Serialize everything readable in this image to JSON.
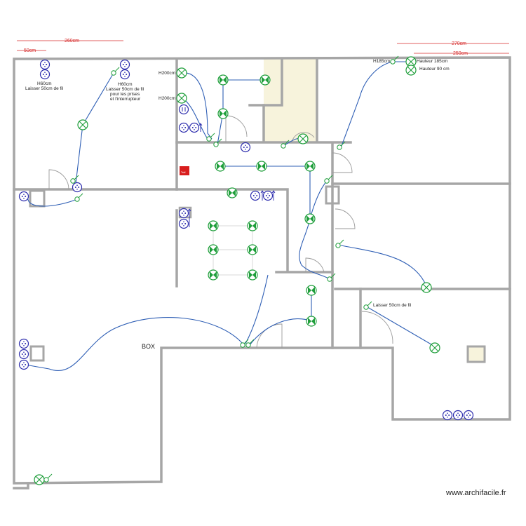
{
  "labels": {
    "room1_h": "H60cm",
    "room1_note": "Laisser 50cm de fil",
    "room1b_h": "H60cm",
    "room1b_note1": "Laisser 50cm de fil",
    "room1b_note2": "pour les prises",
    "room1b_note3": "et l'interrupteur",
    "h200_a": "H200cm",
    "h200_b": "H200cm",
    "h185": "H185cm",
    "hauteur_185": "Hauteur 185cm",
    "hauteur_90": "Hauteur 90 cm",
    "room_sw_note": "Laisser 50cm de fil",
    "box": "BOX",
    "panel": "Tabl",
    "watermark": "www.archifacile.fr"
  },
  "dimensions": {
    "d260": "260cm",
    "d50": "50cm",
    "d270": "270cm",
    "d250": "250cm"
  },
  "colors": {
    "wall": "#a6a6a6",
    "wire": "#2f5fb5",
    "light_fixture": "#1e9e3a",
    "outlet": "#2c2cad",
    "dimension": "#d62a2a",
    "shaft_fill": "#f7f3dc",
    "panel": "#d81e1e"
  },
  "icons": {
    "outlet": "outlet-icon",
    "ceiling_light": "ceiling-light-icon",
    "wall_light": "wall-light-icon",
    "switch": "switch-icon",
    "door": "door-swing-icon",
    "electrical_panel": "electrical-panel-icon"
  }
}
